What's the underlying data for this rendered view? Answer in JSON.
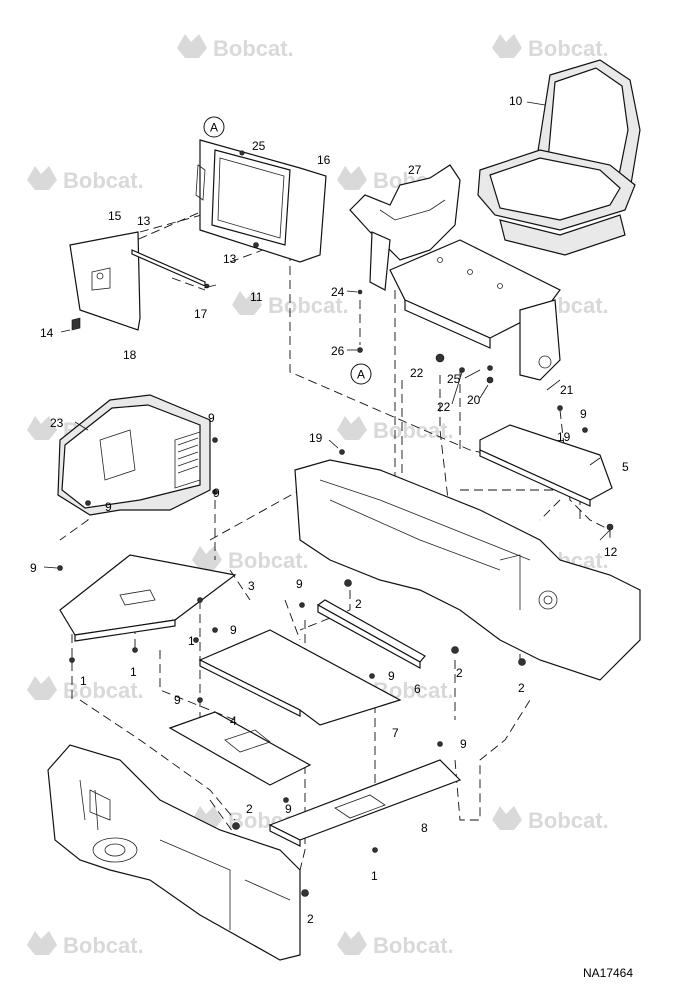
{
  "watermark": {
    "brand": "Bobcat",
    "color": "#d9d9d9"
  },
  "drawing_code": "NA17464",
  "ref_marker": "A",
  "callouts": [
    "1",
    "2",
    "3",
    "4",
    "5",
    "6",
    "7",
    "8",
    "9",
    "10",
    "11",
    "12",
    "13",
    "14",
    "15",
    "16",
    "17",
    "18",
    "19",
    "20",
    "21",
    "22",
    "23",
    "24",
    "25",
    "26",
    "27"
  ]
}
